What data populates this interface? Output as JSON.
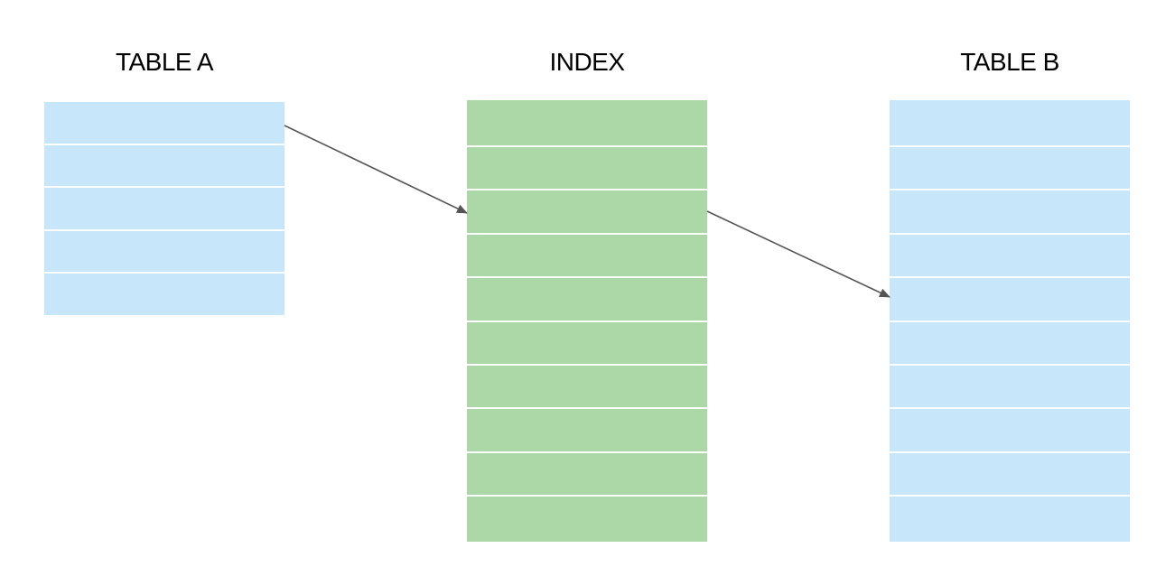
{
  "labels": {
    "table_a": "TABLE A",
    "index": "INDEX",
    "table_b": "TABLE B"
  },
  "tables": {
    "table_a": {
      "rows": 5,
      "color": "#c8e6fa"
    },
    "index": {
      "rows": 10,
      "color": "#acd7a6"
    },
    "table_b": {
      "rows": 10,
      "color": "#c8e6fa"
    }
  },
  "arrows": [
    {
      "from": "table_a.row.1",
      "to": "index.row.3"
    },
    {
      "from": "index.row.3",
      "to": "table_b.row.5"
    }
  ],
  "colors": {
    "arrow": "#555555",
    "row_divider": "#ffffff"
  }
}
